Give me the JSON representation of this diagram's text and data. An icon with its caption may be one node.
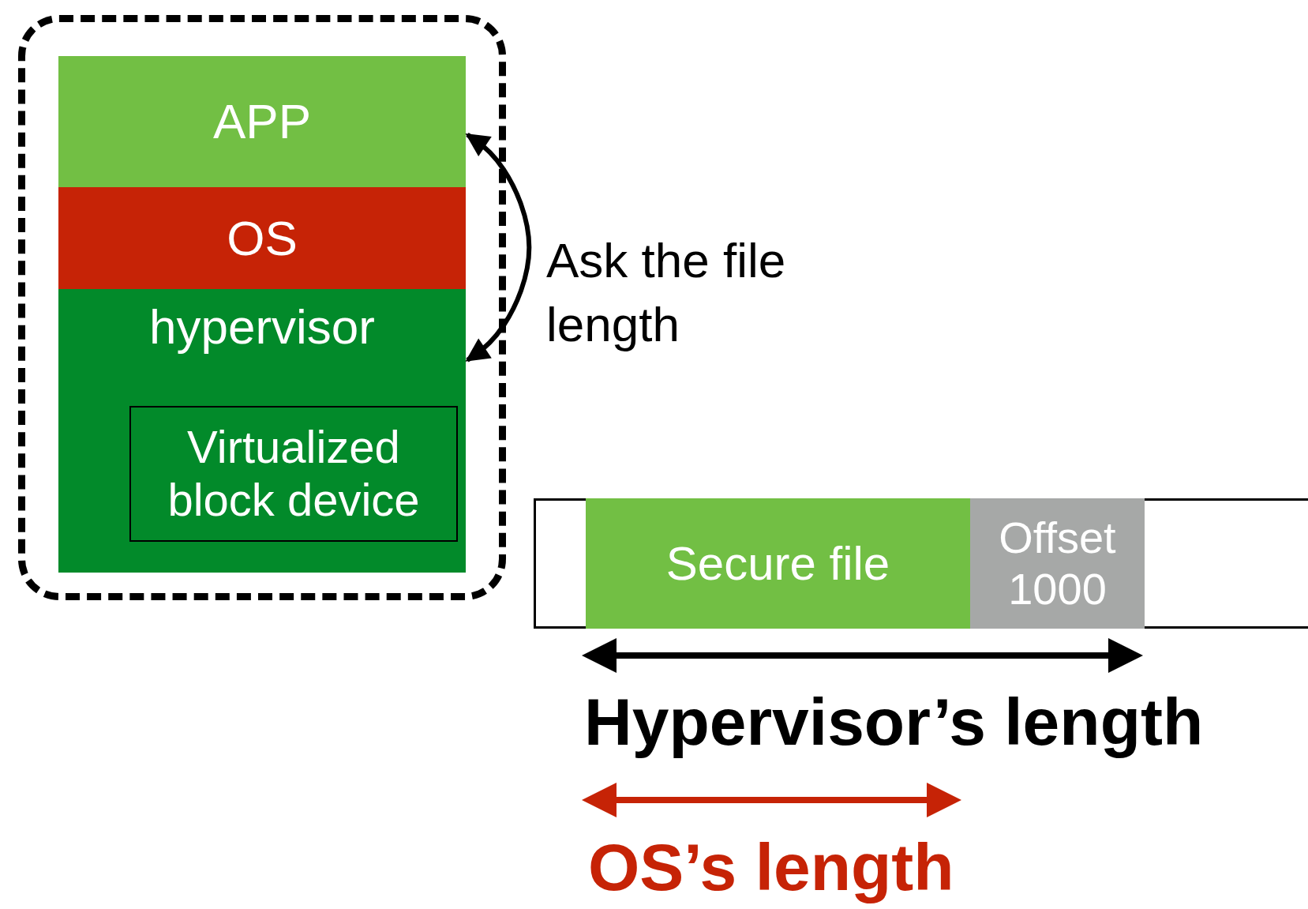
{
  "diagram": {
    "nodes": [
      {
        "text": [],
        "shape": "box"
      },
      {
        "text": [
          "APP"
        ],
        "in": 0
      },
      {
        "text": [
          "OS"
        ],
        "in": 0
      },
      {
        "text": [
          "hypervisor"
        ],
        "in": 0
      },
      {
        "text": [
          "Virtualized block device"
        ],
        "in": 3
      },
      {
        "text": [],
        "shape": "bar"
      },
      {
        "text": [
          "Secure file"
        ],
        "in": 5
      },
      {
        "text": [
          "Offset 1000"
        ],
        "in": 5
      }
    ],
    "edges": [
      {
        "from": 1,
        "to": 3,
        "arrow": "both",
        "label": "Ask the file length"
      }
    ],
    "labels": [
      "Hypervisor’s length",
      "OS’s length"
    ]
  }
}
